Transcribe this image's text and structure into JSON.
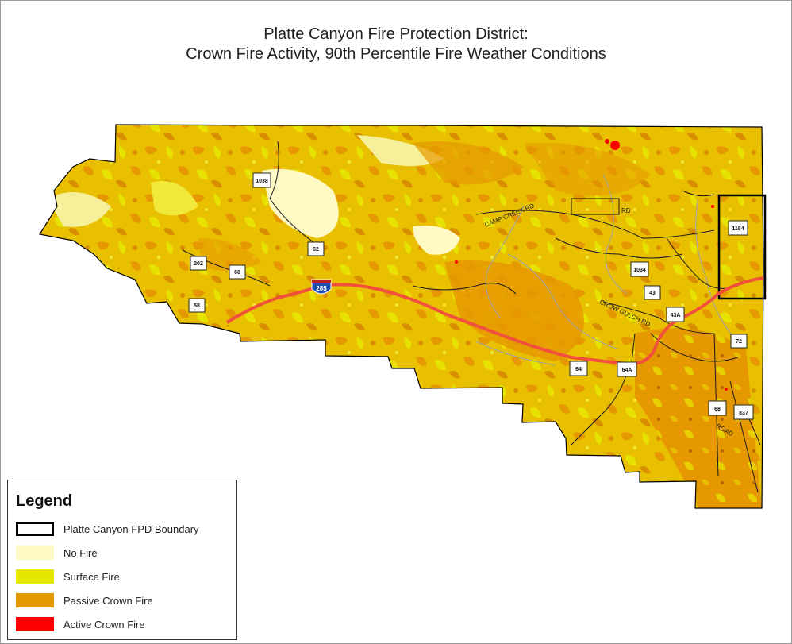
{
  "title": {
    "line1": "Platte Canyon Fire Protection District:",
    "line2": "Crown Fire Activity, 90th Percentile Fire Weather Conditions"
  },
  "colors": {
    "no_fire": "#FFF9C4",
    "surface_fire": "#E6E600",
    "passive_crown_fire": "#E69800",
    "active_crown_fire": "#FF0000",
    "boundary": "#000000",
    "highway": "#F0503C",
    "roads": "#1a1a1a",
    "streams": "#9aa3ad"
  },
  "route_markers": [
    "1038",
    "202",
    "60",
    "58",
    "62",
    "1034",
    "43",
    "43A",
    "1184",
    "72",
    "64",
    "64A",
    "68",
    "837"
  ],
  "interstate_shield": "285",
  "road_labels": [
    "CAMP CREEK RD",
    "RD",
    "CROW GULCH RD",
    "ROAD"
  ],
  "legend": {
    "title": "Legend",
    "items": [
      {
        "label": "Platte Canyon FPD Boundary",
        "kind": "boundary"
      },
      {
        "label": "No Fire",
        "kind": "no_fire"
      },
      {
        "label": "Surface Fire",
        "kind": "surface_fire"
      },
      {
        "label": "Passive Crown Fire",
        "kind": "passive_crown_fire"
      },
      {
        "label": "Active Crown Fire",
        "kind": "active_crown_fire"
      }
    ]
  }
}
